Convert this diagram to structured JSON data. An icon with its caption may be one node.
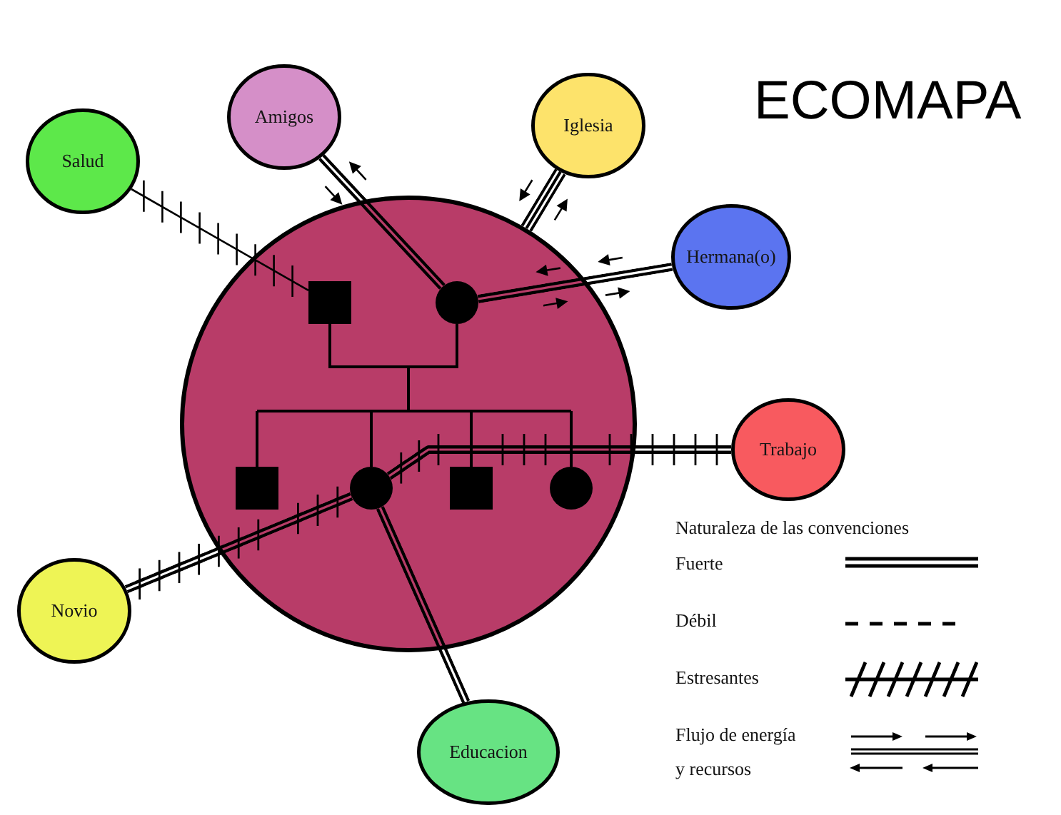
{
  "diagram": {
    "title": "ECOMAPA",
    "nodes": [
      {
        "text": [
          "Amigos"
        ]
      },
      {
        "text": [
          "Iglesia"
        ]
      },
      {
        "text": [
          "Salud"
        ]
      },
      {
        "text": [
          "Hermana(o)"
        ]
      },
      {
        "text": [],
        "shape": "circle"
      },
      {
        "text": [],
        "shape": "box",
        "in": 4
      },
      {
        "text": [],
        "shape": "circle",
        "in": 4
      },
      {
        "text": [],
        "shape": "box",
        "in": 4
      },
      {
        "text": [],
        "shape": "circle",
        "in": 4
      },
      {
        "text": [],
        "shape": "box",
        "in": 4
      },
      {
        "text": [],
        "shape": "circle",
        "in": 4
      },
      {
        "text": [
          "Trabajo"
        ]
      },
      {
        "text": [
          "Novio"
        ]
      },
      {
        "text": [
          "Educacion"
        ]
      }
    ],
    "edges": [
      {
        "from": 5,
        "to": 6,
        "arrow": "none"
      },
      {
        "from": 5,
        "to": 7,
        "arrow": "none"
      },
      {
        "from": 5,
        "to": 8,
        "arrow": "none"
      },
      {
        "from": 5,
        "to": 9,
        "arrow": "none"
      },
      {
        "from": 5,
        "to": 10,
        "arrow": "none"
      },
      {
        "from": 6,
        "to": 7,
        "arrow": "none"
      },
      {
        "from": 6,
        "to": 8,
        "arrow": "none"
      },
      {
        "from": 6,
        "to": 9,
        "arrow": "none"
      },
      {
        "from": 6,
        "to": 10,
        "arrow": "none"
      },
      {
        "from": 2,
        "to": 5,
        "arrow": "none"
      },
      {
        "from": 0,
        "to": 6,
        "arrow": "none",
        "style": "thick"
      },
      {
        "from": 1,
        "to": 4,
        "arrow": "none",
        "style": "thick"
      },
      {
        "from": 3,
        "to": 6,
        "arrow": "none",
        "style": "thick"
      },
      {
        "from": 11,
        "to": 8,
        "arrow": "none",
        "style": "thick"
      },
      {
        "from": 12,
        "to": 8,
        "arrow": "none",
        "style": "thick"
      },
      {
        "from": 13,
        "to": 8,
        "arrow": "none",
        "style": "thick"
      }
    ],
    "labels": [
      "Naturaleza de las convenciones"
    ],
    "legend": [
      {
        "text": "Fuerte"
      },
      {
        "text": "Débil"
      },
      {
        "text": "Estresantes"
      },
      {
        "text": "Flujo de energía y recursos"
      }
    ]
  }
}
